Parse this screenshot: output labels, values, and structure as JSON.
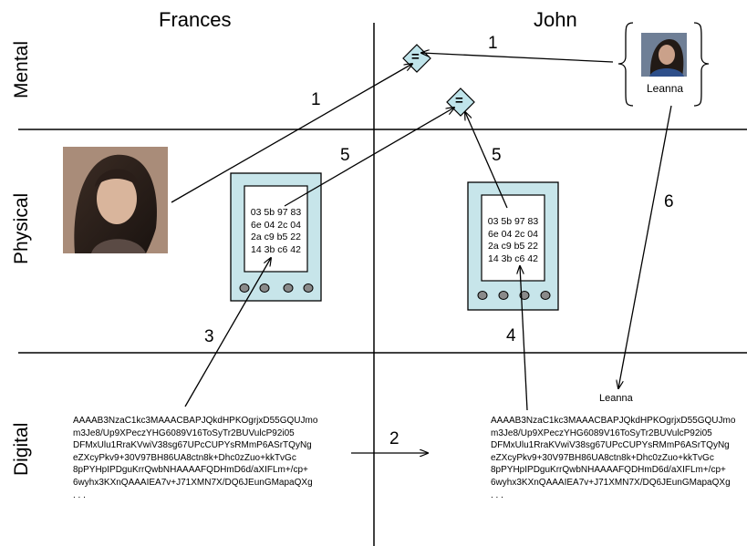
{
  "columns": {
    "left": "Frances",
    "right": "John"
  },
  "rows": {
    "top": "Mental",
    "middle": "Physical",
    "bottom": "Digital"
  },
  "leanna": {
    "mental_label": "Leanna",
    "digital_label": "Leanna"
  },
  "hex_left": "03 5b 97 83\n6e 04 2c 04\n2a c9 b5 22\n14 3b c6 42",
  "hex_right": "03 5b 97 83\n6e 04 2c 04\n2a c9 b5 22\n14 3b c6 42",
  "key_left": "AAAAB3NzaC1kc3MAAACBAPJQkdHPKOgrjxD55GQUJmo\nm3Je8/Up9XPeczYHG6089V16ToSyTr2BUVulcP92i05\nDFMxUlu1RraKVwiV38sg67UPcCUPYsRMmP6ASrTQyNg\neZXcyPkv9+30V97BH86UA8ctn8k+Dhc0zZuo+kkTvGc\n8pPYHpIPDguKrrQwbNHAAAAFQDHmD6d/aXIFLm+/cp+\n6wyhx3KXnQAAAIEA7v+J71XMN7X/DQ6JEunGMapaQXg\n. . .",
  "key_right": "AAAAB3NzaC1kc3MAAACBAPJQkdHPKOgrjxD55GQUJmo\nm3Je8/Up9XPeczYHG6089V16ToSyTr2BUVulcP92i05\nDFMxUlu1RraKVwiV38sg67UPcCUPYsRMmP6ASrTQyNg\neZXcyPkv9+30V97BH86UA8ctn8k+Dhc0zZuo+kkTvGc\n8pPYHpIPDguKrrQwbNHAAAAFQDHmD6d/aXIFLm+/cp+\n6wyhx3KXnQAAAIEA7v+J71XMN7X/DQ6JEunGMapaQXg\n. . .",
  "equals_symbol": "=",
  "arrow_numbers": {
    "a1_frances_photo": "1",
    "a1_leanna": "1",
    "a2_digital": "2",
    "a3_left": "3",
    "a4_right": "4",
    "a5_left": "5",
    "a5_right": "5",
    "a6_right": "6"
  },
  "colors": {
    "device_fill": "#c7e5ea",
    "button_fill": "#8a8a8a",
    "equals_fill": "#bfe4ea"
  }
}
